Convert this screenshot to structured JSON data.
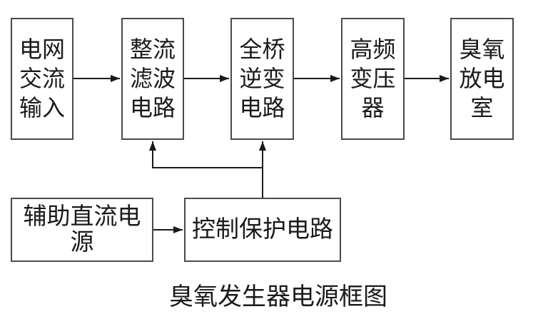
{
  "diagram": {
    "caption": "臭氧发生器电源框图",
    "blocks": {
      "grid_ac_input": {
        "label": "电网\n交流\n输入"
      },
      "rectifier_filter": {
        "label": "整流\n滤波\n电路"
      },
      "full_bridge_inverter": {
        "label": "全桥\n逆变\n电路"
      },
      "hf_transformer": {
        "label": "高频\n变压\n器"
      },
      "ozone_discharge_chamber": {
        "label": "臭氧\n放电\n室"
      },
      "auxiliary_dc_power": {
        "label": "辅助直流电源"
      },
      "control_protection": {
        "label": "控制保护电路"
      }
    },
    "colors": {
      "line": "#1a1a1a",
      "box_border": "#4a4a4a",
      "text": "#1a1a1a",
      "background": "#ffffff"
    }
  }
}
